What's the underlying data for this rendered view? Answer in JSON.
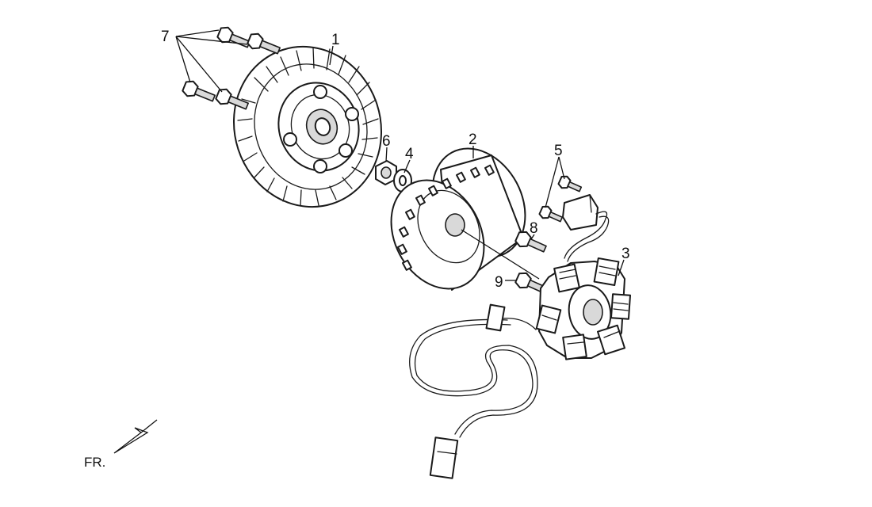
{
  "diagram": {
    "callouts": [
      {
        "id": "1",
        "label": "1"
      },
      {
        "id": "2",
        "label": "2"
      },
      {
        "id": "3",
        "label": "3"
      },
      {
        "id": "4",
        "label": "4"
      },
      {
        "id": "5",
        "label": "5"
      },
      {
        "id": "6",
        "label": "6"
      },
      {
        "id": "7",
        "label": "7"
      },
      {
        "id": "8",
        "label": "8"
      },
      {
        "id": "9",
        "label": "9"
      }
    ],
    "direction_label": "FR."
  }
}
